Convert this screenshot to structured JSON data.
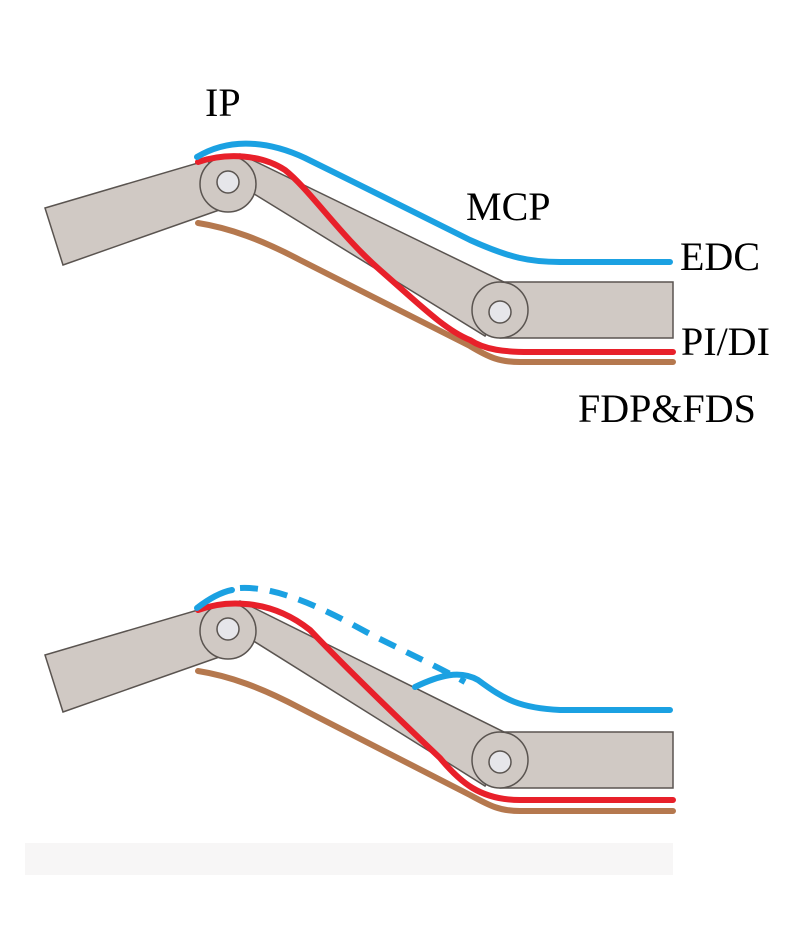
{
  "labels": {
    "ip": "IP",
    "mcp": "MCP",
    "edc": "EDC",
    "pi_di": "PI/DI",
    "fdp_fds": "FDP&FDS"
  },
  "colors": {
    "bone_fill": "#d0c9c4",
    "bone_stroke": "#5a5450",
    "joint_fill": "#e6e6ea",
    "edc_tendon": "#1ba1e2",
    "pi_di_tendon": "#e8202a",
    "flexor_tendon": "#b5784e"
  }
}
